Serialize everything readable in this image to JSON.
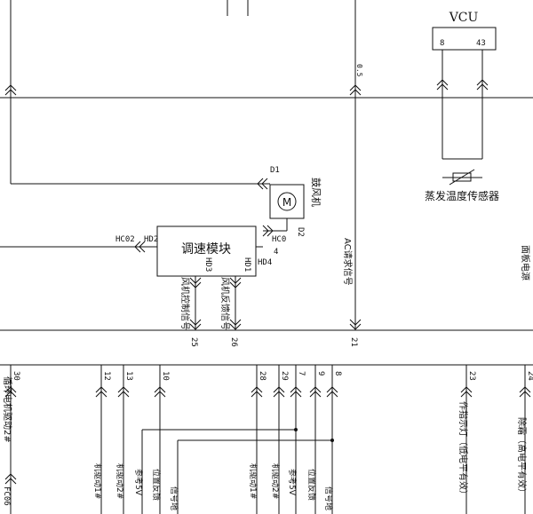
{
  "vcu": {
    "title": "VCU",
    "pin_left": "8",
    "pin_right": "43"
  },
  "sensor": {
    "label": "蒸发温度传感器"
  },
  "blower": {
    "label": "鼓风机",
    "motor_symbol": "M",
    "pin_top": "D1",
    "pin_bottom": "D2"
  },
  "speed_module": {
    "label": "调速模块",
    "pin_hc02": "HC02",
    "pin_hd2": "HD2",
    "pin_hd3": "HD3",
    "pin_hd1": "HD1",
    "pin_hc0": "HC0",
    "pin_hc4": "4",
    "pin_hd4": "HD4"
  },
  "signals": {
    "fan_control": "风机控制信号",
    "fan_feedback": "风机反馈信号",
    "ac_request": "AC请求信号",
    "panel_power": "面板电源"
  },
  "wire_labels": {
    "w05": "0.5",
    "p25": "25",
    "p26": "26",
    "p21": "21"
  },
  "bottom_connector": {
    "pins": [
      "30",
      "12",
      "13",
      "10",
      "28",
      "29",
      "7",
      "9",
      "8",
      "23",
      "24"
    ],
    "labels": [
      "循环电机驱动2#",
      "FC06",
      "机驱动1#",
      "机驱动2#",
      "参考5V",
      "位置反馈",
      "信号地",
      "机驱动1#",
      "机驱动2#",
      "参考5V",
      "位置反馈",
      "信号地",
      "作指示灯（低电平有效）",
      "除霜（高电平有效）"
    ]
  }
}
